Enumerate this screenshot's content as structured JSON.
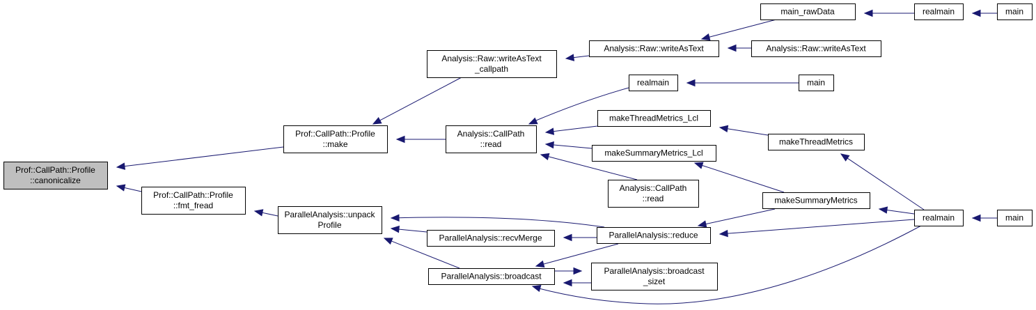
{
  "graph": {
    "type": "caller-graph",
    "edge_color": "#191970",
    "root_fill": "#bfbfbf",
    "node_fill": "#ffffff",
    "nodes": [
      {
        "id": "canonicalize",
        "lines": [
          "Prof::CallPath::Profile",
          "::canonicalize"
        ],
        "root": true
      },
      {
        "id": "make",
        "lines": [
          "Prof::CallPath::Profile",
          "::make"
        ]
      },
      {
        "id": "fmt_fread",
        "lines": [
          "Prof::CallPath::Profile",
          "::fmt_fread"
        ]
      },
      {
        "id": "writeAsText_callpath",
        "lines": [
          "Analysis::Raw::writeAsText",
          "_callpath"
        ]
      },
      {
        "id": "cp_read",
        "lines": [
          "Analysis::CallPath",
          "::read"
        ]
      },
      {
        "id": "unpackProfile",
        "lines": [
          "ParallelAnalysis::unpack",
          "Profile"
        ]
      },
      {
        "id": "recvMerge",
        "lines": [
          "ParallelAnalysis::recvMerge"
        ]
      },
      {
        "id": "broadcast",
        "lines": [
          "ParallelAnalysis::broadcast"
        ]
      },
      {
        "id": "writeAsText1",
        "lines": [
          "Analysis::Raw::writeAsText"
        ]
      },
      {
        "id": "realmain_a",
        "lines": [
          "realmain"
        ]
      },
      {
        "id": "makeThreadMetrics_Lcl",
        "lines": [
          "makeThreadMetrics_Lcl"
        ]
      },
      {
        "id": "makeSummaryMetrics_Lcl",
        "lines": [
          "makeSummaryMetrics_Lcl"
        ]
      },
      {
        "id": "cp_read2",
        "lines": [
          "Analysis::CallPath",
          "::read"
        ]
      },
      {
        "id": "reduce",
        "lines": [
          "ParallelAnalysis::reduce"
        ]
      },
      {
        "id": "broadcast_sizet",
        "lines": [
          "ParallelAnalysis::broadcast",
          "_sizet"
        ]
      },
      {
        "id": "main_rawData",
        "lines": [
          "main_rawData"
        ]
      },
      {
        "id": "writeAsText2",
        "lines": [
          "Analysis::Raw::writeAsText"
        ]
      },
      {
        "id": "main_a",
        "lines": [
          "main"
        ]
      },
      {
        "id": "makeThreadMetrics",
        "lines": [
          "makeThreadMetrics"
        ]
      },
      {
        "id": "makeSummaryMetrics",
        "lines": [
          "makeSummaryMetrics"
        ]
      },
      {
        "id": "realmain_b",
        "lines": [
          "realmain"
        ]
      },
      {
        "id": "realmain_c",
        "lines": [
          "realmain"
        ]
      },
      {
        "id": "main_b",
        "lines": [
          "main"
        ]
      },
      {
        "id": "main_c",
        "lines": [
          "main"
        ]
      }
    ],
    "edges": [
      {
        "from": "make",
        "to": "canonicalize"
      },
      {
        "from": "fmt_fread",
        "to": "canonicalize"
      },
      {
        "from": "writeAsText_callpath",
        "to": "make"
      },
      {
        "from": "cp_read",
        "to": "make"
      },
      {
        "from": "unpackProfile",
        "to": "fmt_fread"
      },
      {
        "from": "writeAsText1",
        "to": "writeAsText_callpath"
      },
      {
        "from": "realmain_a",
        "to": "cp_read"
      },
      {
        "from": "makeThreadMetrics_Lcl",
        "to": "cp_read"
      },
      {
        "from": "makeSummaryMetrics_Lcl",
        "to": "cp_read"
      },
      {
        "from": "cp_read2",
        "to": "cp_read"
      },
      {
        "from": "reduce",
        "to": "unpackProfile"
      },
      {
        "from": "recvMerge",
        "to": "unpackProfile"
      },
      {
        "from": "broadcast",
        "to": "unpackProfile"
      },
      {
        "from": "reduce",
        "to": "recvMerge"
      },
      {
        "from": "reduce",
        "to": "broadcast"
      },
      {
        "from": "broadcast_sizet",
        "to": "broadcast"
      },
      {
        "from": "broadcast",
        "to": "broadcast_sizet"
      },
      {
        "from": "realmain_c",
        "to": "broadcast"
      },
      {
        "from": "main_rawData",
        "to": "writeAsText1"
      },
      {
        "from": "writeAsText2",
        "to": "writeAsText1"
      },
      {
        "from": "main_a",
        "to": "realmain_a"
      },
      {
        "from": "makeThreadMetrics",
        "to": "makeThreadMetrics_Lcl"
      },
      {
        "from": "makeSummaryMetrics",
        "to": "makeSummaryMetrics_Lcl"
      },
      {
        "from": "makeSummaryMetrics",
        "to": "reduce"
      },
      {
        "from": "realmain_c",
        "to": "reduce"
      },
      {
        "from": "realmain_b",
        "to": "main_rawData"
      },
      {
        "from": "main_b",
        "to": "realmain_b"
      },
      {
        "from": "realmain_c",
        "to": "makeThreadMetrics"
      },
      {
        "from": "realmain_c",
        "to": "makeSummaryMetrics"
      },
      {
        "from": "main_c",
        "to": "realmain_c"
      }
    ]
  }
}
